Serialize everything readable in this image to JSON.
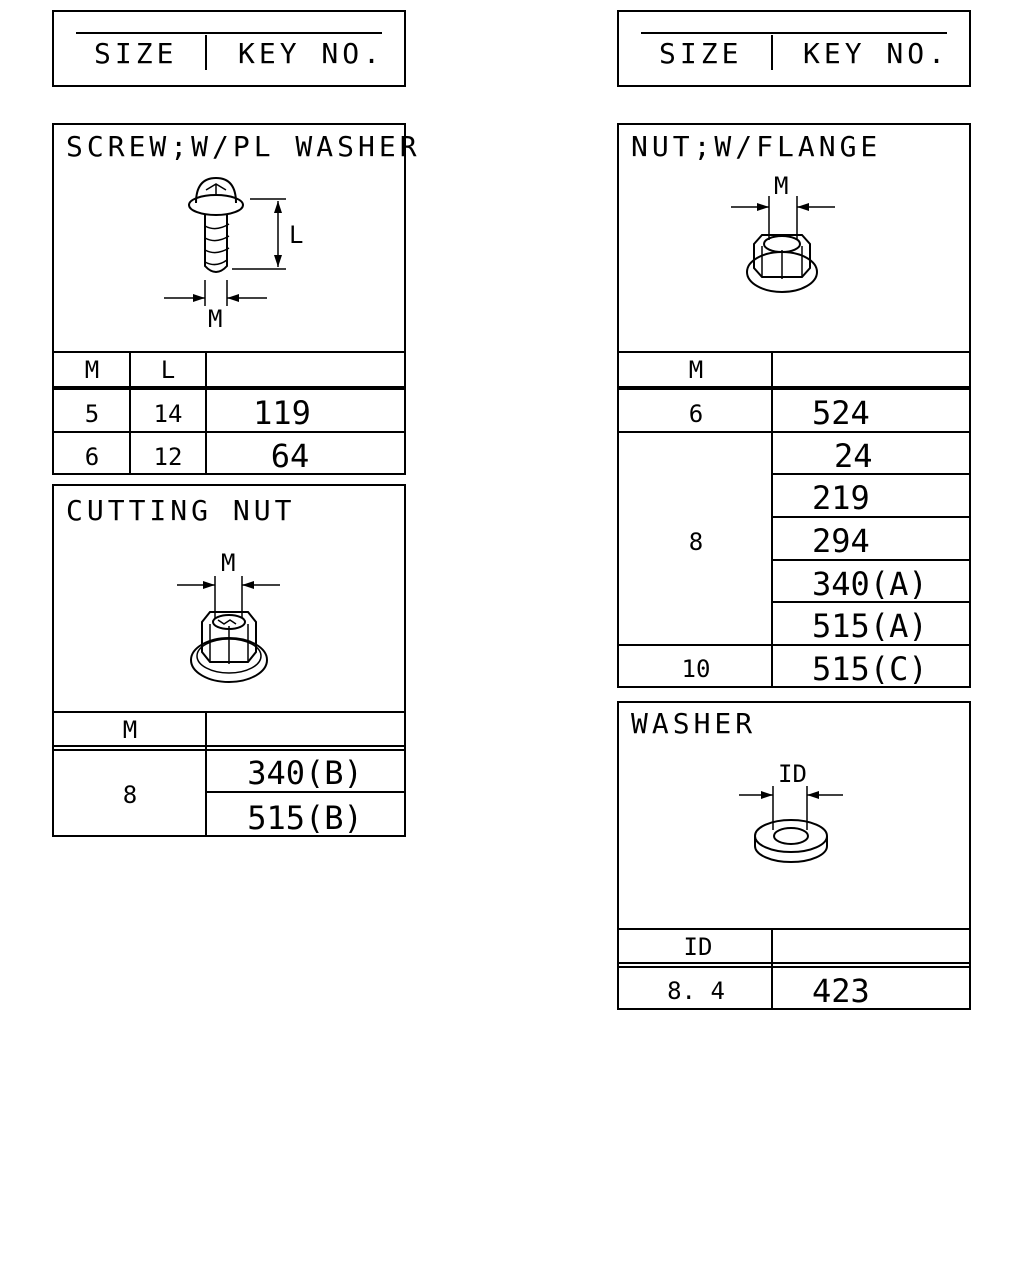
{
  "legend": {
    "size_label": "SIZE",
    "key_label": "KEY NO."
  },
  "screw": {
    "title": "SCREW;W/PL WASHER",
    "dim_m": "M",
    "dim_l": "L",
    "col_m": "M",
    "col_l": "L",
    "rows": [
      {
        "m": "5",
        "l": "14",
        "key": "119"
      },
      {
        "m": "6",
        "l": "12",
        "key": "64"
      }
    ]
  },
  "cutting_nut": {
    "title": "CUTTING NUT",
    "dim_m": "M",
    "col_m": "M",
    "m_value": "8",
    "keys": [
      "340(B)",
      "515(B)"
    ]
  },
  "flange_nut": {
    "title": "NUT;W/FLANGE",
    "dim_m": "M",
    "col_m": "M",
    "row_6": {
      "m": "6",
      "key": "524"
    },
    "row_8": {
      "m": "8",
      "keys": [
        "24",
        "219",
        "294",
        "340(A)",
        "515(A)"
      ]
    },
    "row_10": {
      "m": "10",
      "key": "515(C)"
    }
  },
  "washer": {
    "title": "WASHER",
    "dim_id": "ID",
    "col_id": "ID",
    "rows": [
      {
        "id": "8. 4",
        "key": "423"
      }
    ]
  },
  "icons": [
    "screw-icon",
    "cutting-nut-icon",
    "flange-nut-icon",
    "washer-icon"
  ]
}
